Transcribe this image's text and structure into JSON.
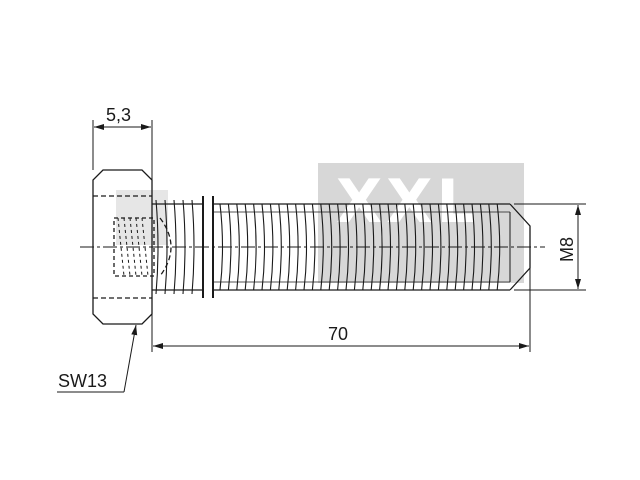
{
  "dimensions": {
    "head_height": "5,3",
    "length": "70",
    "thread": "M8",
    "wrench_size": "SW13"
  },
  "watermark": {
    "text": "XXL",
    "color": "#d7d7d7"
  },
  "colors": {
    "line": "#1a1a1a",
    "background": "#ffffff"
  }
}
